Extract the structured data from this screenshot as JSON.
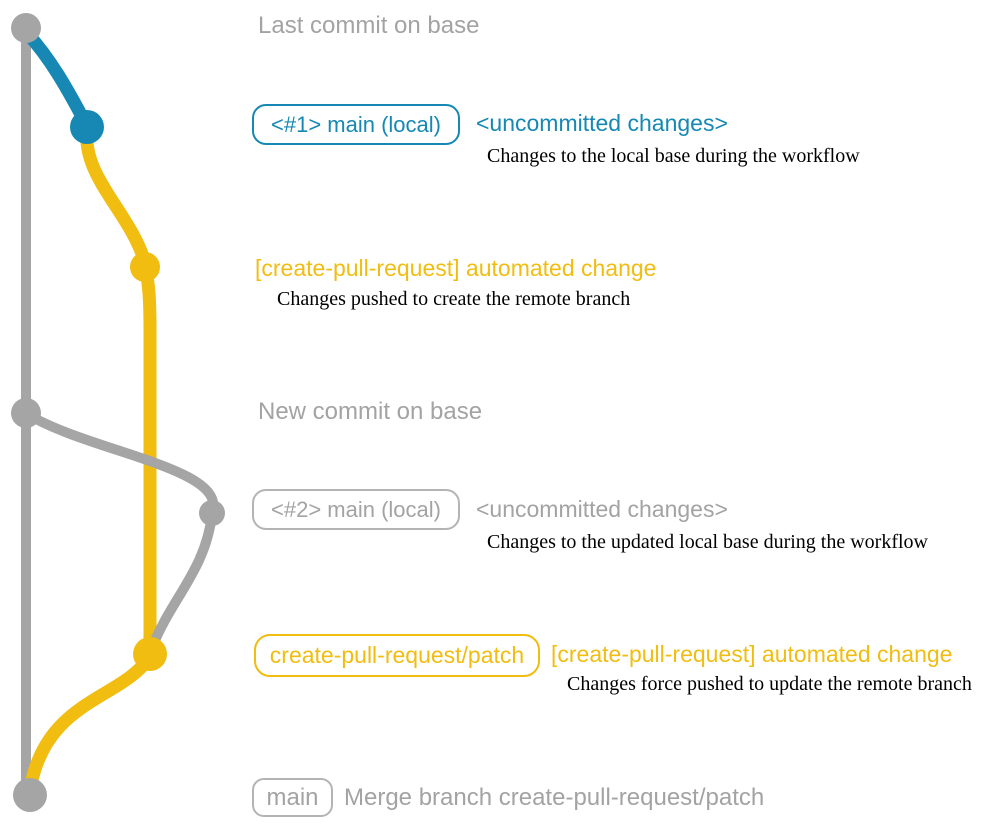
{
  "colors": {
    "blue": "#1688b3",
    "yellow": "#f0bd10",
    "gray_line": "#a5a5a5",
    "gray_text": "#a3a3a3"
  },
  "sections": {
    "last_commit": {
      "title": "Last commit on base"
    },
    "main_local_1": {
      "badge": "<#1> main (local)",
      "status": "<uncommitted changes>",
      "caption": "Changes to the local base during the workflow"
    },
    "automated_change_1": {
      "heading": "[create-pull-request] automated change",
      "caption": "Changes pushed to create the remote branch"
    },
    "new_commit": {
      "title": "New commit on base"
    },
    "main_local_2": {
      "badge": "<#2> main (local)",
      "status": "<uncommitted changes>",
      "caption": "Changes to the updated local base during the workflow"
    },
    "patch_branch": {
      "badge": "create-pull-request/patch",
      "heading": "[create-pull-request] automated change",
      "caption": "Changes force pushed to update the remote branch"
    },
    "merge": {
      "badge": "main",
      "heading": "Merge branch create-pull-request/patch"
    }
  }
}
